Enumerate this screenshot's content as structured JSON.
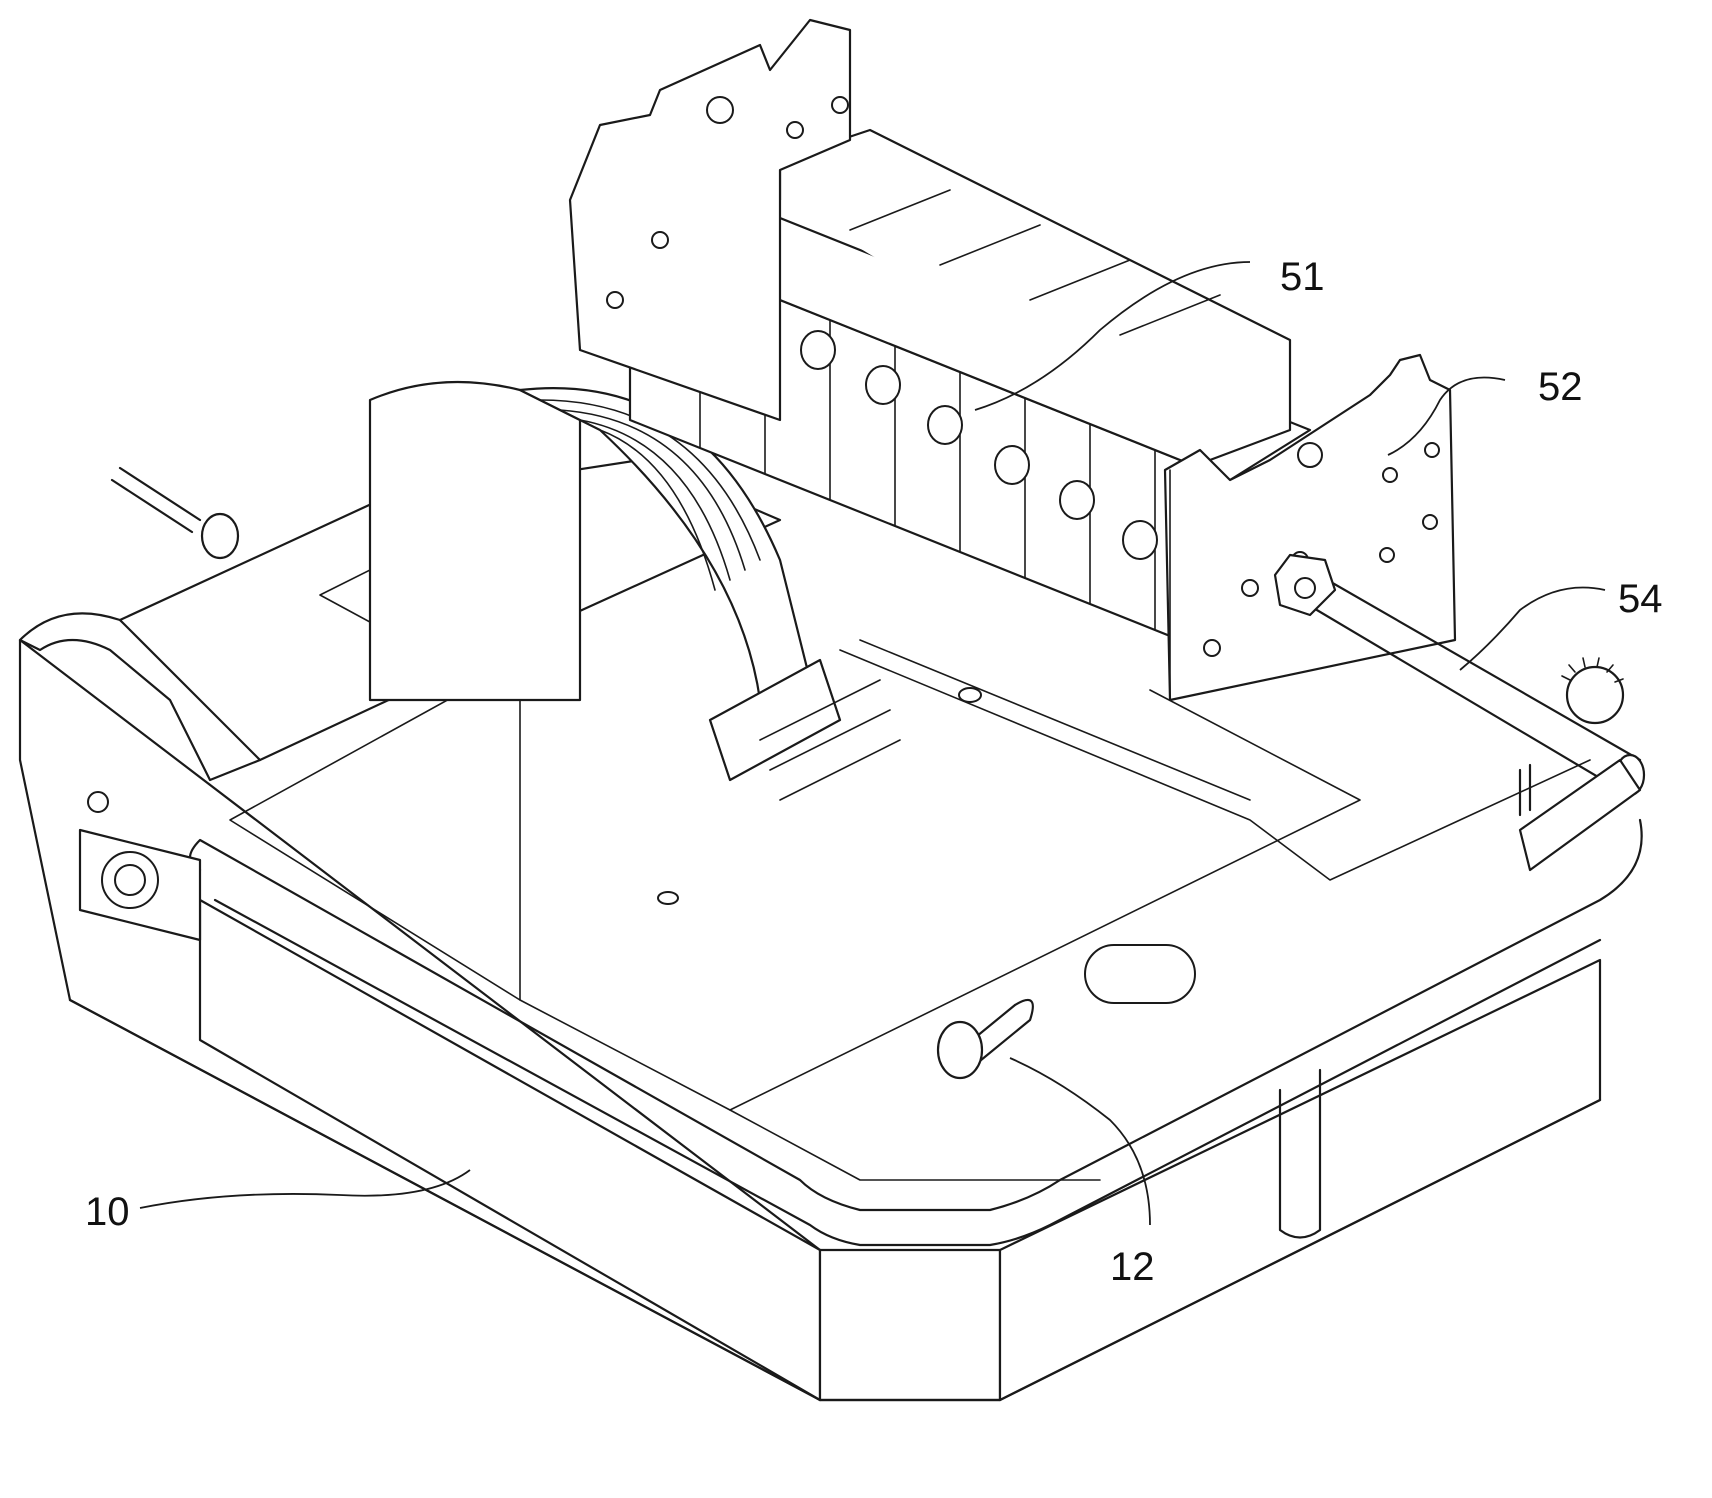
{
  "figure": {
    "labels": [
      {
        "id": "label-51",
        "text": "51"
      },
      {
        "id": "label-52",
        "text": "52"
      },
      {
        "id": "label-54",
        "text": "54"
      },
      {
        "id": "label-10",
        "text": "10"
      },
      {
        "id": "label-12",
        "text": "12"
      }
    ]
  }
}
